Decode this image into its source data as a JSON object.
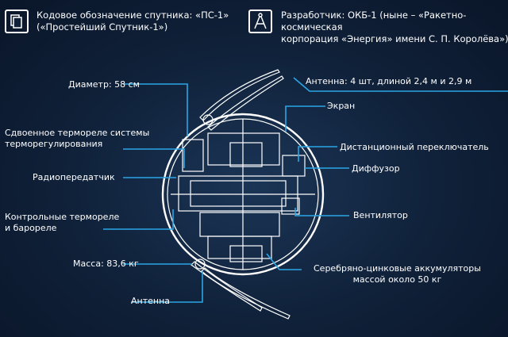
{
  "header": {
    "left_text": "Кодовое обозначение спутника: «ПС-1»\n(«Простейший Спутник-1»)",
    "left_icon": "document-stack-icon",
    "right_text": "Разработчик: ОКБ-1 (ныне – «Ракетно-космическая\nкорпорация «Энергия» имени С. П. Королёва»)",
    "right_icon": "drafting-compass-icon"
  },
  "labels": {
    "diameter": "Диаметр: 58 см",
    "dual_thermo": "Сдвоенное термореле системы\nтерморегулирования",
    "transmitter": "Радиопередатчик",
    "control_thermo": "Контрольные термореле\nи бароpеле",
    "mass": "Масса: 83,6 кг",
    "antenna_bottom": "Антенна",
    "antenna_top": "Антенна: 4 шт, длиной 2,4 м и 2,9 м",
    "screen": "Экран",
    "remote_switch": "Дистанционный переключатель",
    "diffuser": "Диффузор",
    "fan": "Вентилятор",
    "batteries": "Серебряно-цинковые аккумуляторы\nмассой около 50 кг"
  },
  "colors": {
    "accent": "#2aa6e6",
    "background": "#0f2038"
  }
}
